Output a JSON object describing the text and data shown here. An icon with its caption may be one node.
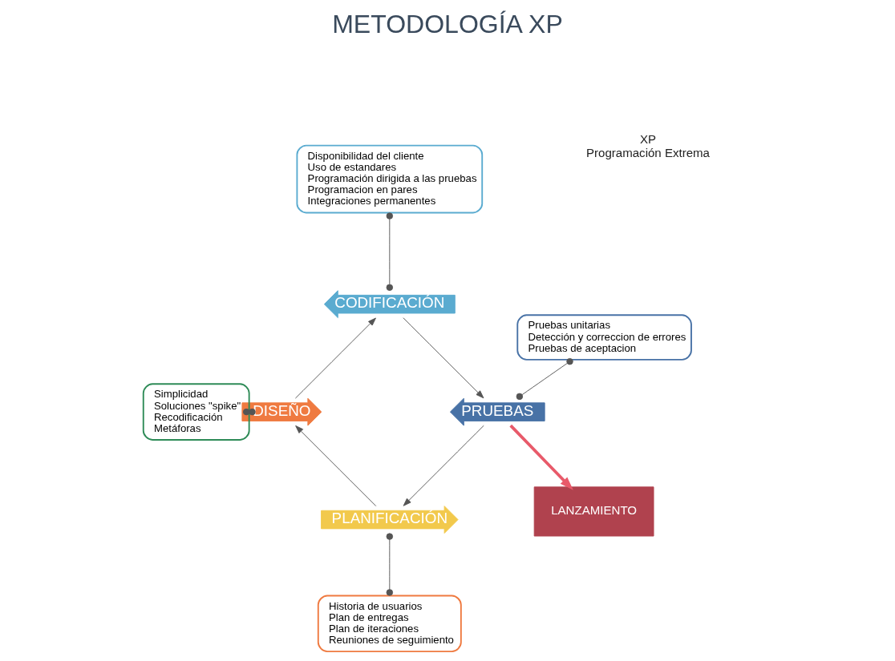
{
  "diagram": {
    "title": "METODOLOGÍA XP",
    "nodes": [
      {
        "text": [
          "PLANIFICACIÓN"
        ]
      },
      {
        "text": [
          "DISEÑO"
        ]
      },
      {
        "text": [
          "CODIFICACIÓN"
        ]
      },
      {
        "text": [
          "PRUEBAS"
        ]
      },
      {
        "text": [
          "XP",
          "Programación Extrema"
        ]
      },
      {
        "text": [
          "Historia de usuarios",
          "Plan de entregas",
          "Plan de iteraciones",
          "Reuniones de seguimiento"
        ]
      },
      {
        "text": [
          "Simplicidad",
          "Soluciones \"spike\"",
          "Recodificación",
          "Metáforas"
        ]
      },
      {
        "text": [
          "Disponibilidad del cliente",
          "Uso de estandares",
          "Programación dirigida a las pruebas",
          "Programacion en pares",
          "Integraciones permanentes"
        ]
      },
      {
        "text": [
          "Pruebas unitarias",
          "Detección y correccion de errores",
          "Pruebas de aceptacion"
        ]
      },
      {
        "text": [
          "LANZAMIENTO"
        ]
      }
    ],
    "edges": [
      {
        "from": 0,
        "to": 1,
        "arrow": "to"
      },
      {
        "from": 1,
        "to": 2,
        "arrow": "to"
      },
      {
        "from": 2,
        "to": 3,
        "arrow": "to"
      },
      {
        "from": 3,
        "to": 0,
        "arrow": "to"
      },
      {
        "from": 5,
        "to": 0,
        "arrow": "other"
      },
      {
        "from": 6,
        "to": 1,
        "arrow": "other"
      },
      {
        "from": 7,
        "to": 2,
        "arrow": "other"
      },
      {
        "from": 8,
        "to": 3,
        "arrow": "other"
      },
      {
        "from": 3,
        "to": 9,
        "arrow": "to",
        "style": "thick",
        "color": "#e85a6a"
      }
    ]
  }
}
